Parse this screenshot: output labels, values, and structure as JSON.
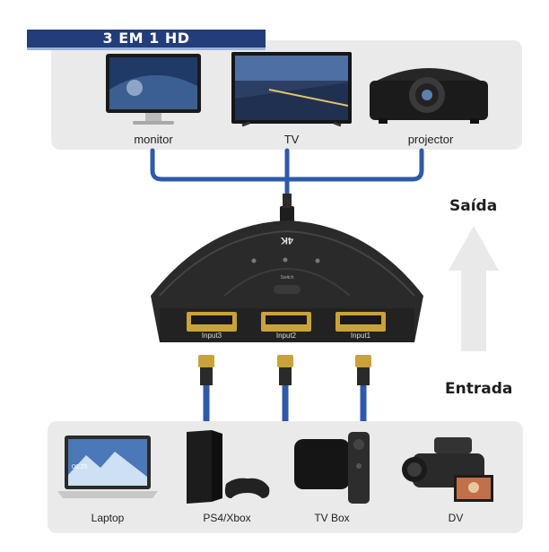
{
  "title": "3 EM 1 HD",
  "outputs": {
    "monitor": "monitor",
    "tv": "TV",
    "projector": "projector"
  },
  "switch": {
    "badge": "4K",
    "brand": "Switch",
    "inputs": [
      "Input3",
      "Input2",
      "Input1"
    ]
  },
  "arrow_labels": {
    "top": "Saída",
    "bottom": "Entrada"
  },
  "sources": {
    "laptop": "Laptop",
    "console": "PS4/Xbox",
    "tvbox": "TV Box",
    "camera": "DV"
  },
  "laptop_screen_time": "06:25",
  "colors": {
    "banner": "#233d7a",
    "cable": "#2e5aa8",
    "panel": "#eaeaea",
    "arrow": "#e9e9e9",
    "device": "#2a2a2a"
  }
}
